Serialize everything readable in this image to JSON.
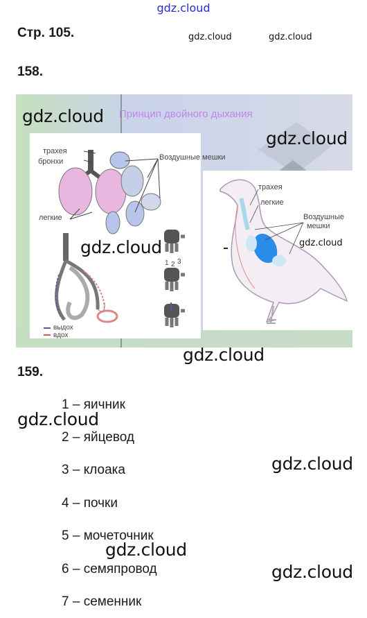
{
  "header": {
    "site_logo": "gdz.cloud",
    "page_ref": "Стр. 105.",
    "watermark_small_1": "gdz.cloud",
    "watermark_small_2": "gdz.cloud"
  },
  "task_158": {
    "number": "158.",
    "figure": {
      "title": "Принцип двойного дыхания",
      "labels_left": {
        "trachea": "трахея",
        "bronchi": "бронхи",
        "air_sacs": "Воздушные мешки",
        "lungs": "легкие"
      },
      "legend": {
        "exhale": "выдох",
        "inhale": "вдох"
      },
      "finger_numbers": [
        "1",
        "2",
        "3"
      ],
      "labels_right": {
        "trachea": "трахея",
        "lungs": "легкие",
        "air_sacs_line1": "Воздушные",
        "air_sacs_line2": "мешки"
      },
      "colors": {
        "title": "#c283ec",
        "lung_fill": "#e9b6e0",
        "air_sac_fill": "#b7c5ea",
        "bird_lung": "#2b8be8",
        "bg": "#cfd6ea"
      }
    }
  },
  "task_159": {
    "number": "159.",
    "items": [
      "1 – яичник",
      "2 – яйцевод",
      "3 – клоака",
      "4 – почки",
      "5 – мочеточник",
      "6 – семяпровод",
      "7 – семенник"
    ]
  },
  "watermarks": {
    "fig_top_left": "gdz.cloud",
    "fig_top_right": "gdz.cloud",
    "fig_center": "gdz.cloud",
    "fig_bird": "gdz.cloud",
    "below_figure": "gdz.cloud",
    "list_left": "gdz.cloud",
    "list_right_1": "gdz.cloud",
    "list_center": "gdz.cloud",
    "list_right_2": "gdz.cloud"
  }
}
